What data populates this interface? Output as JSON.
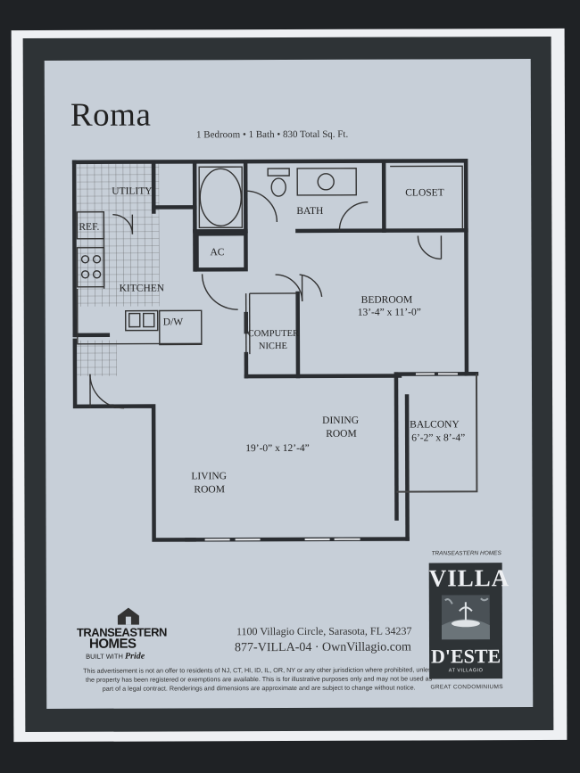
{
  "header": {
    "title": "Roma",
    "specs": "1 Bedroom • 1 Bath • 830 Total Sq. Ft."
  },
  "rooms": {
    "utility": "UTILITY",
    "ref": "REF.",
    "ac": "AC",
    "kitchen": "KITCHEN",
    "dw": "D/W",
    "bath": "BATH",
    "closet": "CLOSET",
    "bedroom": "BEDROOM",
    "bedroom_dim": "13’-4” x 11’-0”",
    "computer_niche_1": "COMPUTER",
    "computer_niche_2": "NICHE",
    "dining_1": "DINING",
    "dining_2": "ROOM",
    "living_dim": "19’-0” x 12’-4”",
    "living_1": "LIVING",
    "living_2": "ROOM",
    "balcony": "BALCONY",
    "balcony_dim": "6’-2” x 8’-4”"
  },
  "footer": {
    "address": "1100 Villagio Circle, Sarasota, FL 34237",
    "phone": "877-VILLA-04 · OwnVillagio.com",
    "disclaimer": "This advertisement is not an offer to residents of NJ, CT, HI, ID, IL, OR, NY or any other jurisdiction where prohibited, unless the property has been registered or exemptions are available. This is for illustrative purposes only and may not be used as part of a legal contract. Renderings and dimensions are approximate and are subject to change without notice."
  },
  "builder_logo": {
    "line1": "TRANSEASTERN",
    "line2": "HOMES",
    "line3": "BUILT WITH",
    "line3_script": "Pride"
  },
  "community_logo": {
    "top": "TRANSEASTERN HOMES",
    "name1": "VILLA",
    "name2": "D'ESTE",
    "at": "AT VILLAGIO",
    "bottom": "GREAT CONDOMINIUMS"
  },
  "colors": {
    "frame": "#2e3336",
    "sheet": "#c7cfd8",
    "wall": "#2a2d31"
  }
}
